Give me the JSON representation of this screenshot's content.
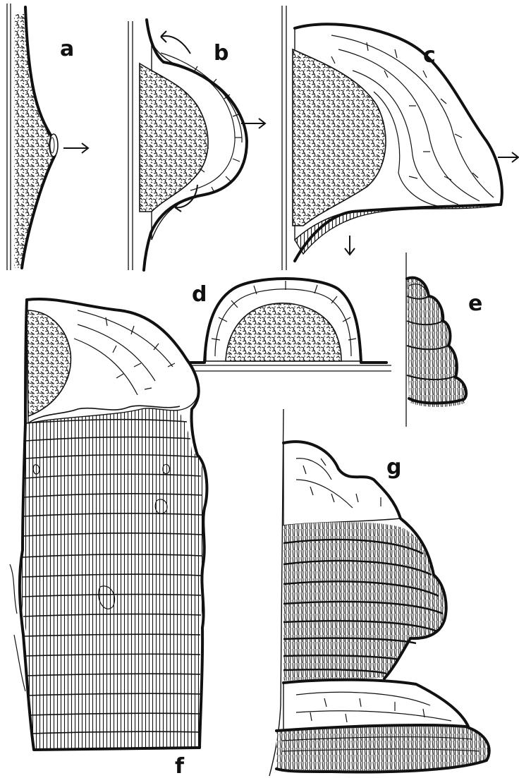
{
  "panels": [
    {
      "id": "a",
      "label": "a"
    },
    {
      "id": "b",
      "label": "b"
    },
    {
      "id": "c",
      "label": "c"
    },
    {
      "id": "d",
      "label": "d"
    },
    {
      "id": "e",
      "label": "e"
    },
    {
      "id": "f",
      "label": "f"
    },
    {
      "id": "g",
      "label": "g"
    }
  ]
}
